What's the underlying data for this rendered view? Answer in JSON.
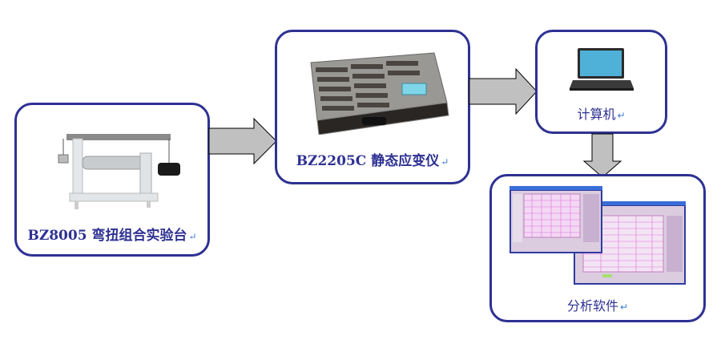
{
  "nodes": {
    "test_bench": {
      "label": "BZ8005 弯扭组合实验台",
      "image": "torsion-bending-test-bench"
    },
    "strain_meter": {
      "label": "BZ2205C 静态应变仪",
      "image": "static-strain-meter-case"
    },
    "computer": {
      "label": "计算机",
      "image": "laptop"
    },
    "software": {
      "label": "分析软件",
      "image": "software-screenshots"
    }
  },
  "return_mark": "↵",
  "colors": {
    "border": "#2e3192",
    "label": "#2e3192",
    "arrow_fill": "#c0c0c0",
    "arrow_stroke": "#000000",
    "grid_pink": "#e070e0",
    "window_bg": "#d8c4e0"
  },
  "edges": [
    {
      "from": "test_bench",
      "to": "strain_meter",
      "direction": "right"
    },
    {
      "from": "strain_meter",
      "to": "computer",
      "direction": "right"
    },
    {
      "from": "computer",
      "to": "software",
      "direction": "down"
    }
  ]
}
